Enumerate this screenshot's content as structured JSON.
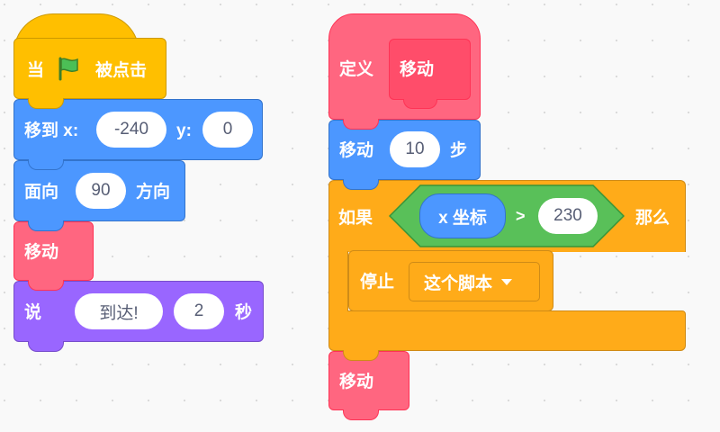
{
  "script1": {
    "when_flag": {
      "prefix": "当",
      "suffix": "被点击"
    },
    "goto": {
      "label": "移到 x:",
      "x": "-240",
      "y_label": "y:",
      "y": "0"
    },
    "point": {
      "label": "面向",
      "value": "90",
      "suffix": "方向"
    },
    "move_call": {
      "label": "移动"
    },
    "say": {
      "label": "说",
      "message": "到达!",
      "seconds": "2",
      "suffix": "秒"
    }
  },
  "script2": {
    "define": {
      "label": "定义",
      "name": "移动"
    },
    "move_steps": {
      "label": "移动",
      "steps": "10",
      "suffix": "步"
    },
    "if": {
      "label": "如果",
      "then": "那么",
      "reporter": "x 坐标",
      "operator": ">",
      "compare_value": "230"
    },
    "stop": {
      "label": "停止",
      "option": "这个脚本"
    },
    "move_call": {
      "label": "移动"
    }
  },
  "colors": {
    "motion": "#4c97ff",
    "events": "#ffbf00",
    "control": "#ffab19",
    "operators": "#59c059",
    "looks": "#9966ff",
    "custom": "#ff6680"
  },
  "icons": {
    "green_flag": "green-flag-icon",
    "dropdown": "dropdown-caret-icon"
  }
}
